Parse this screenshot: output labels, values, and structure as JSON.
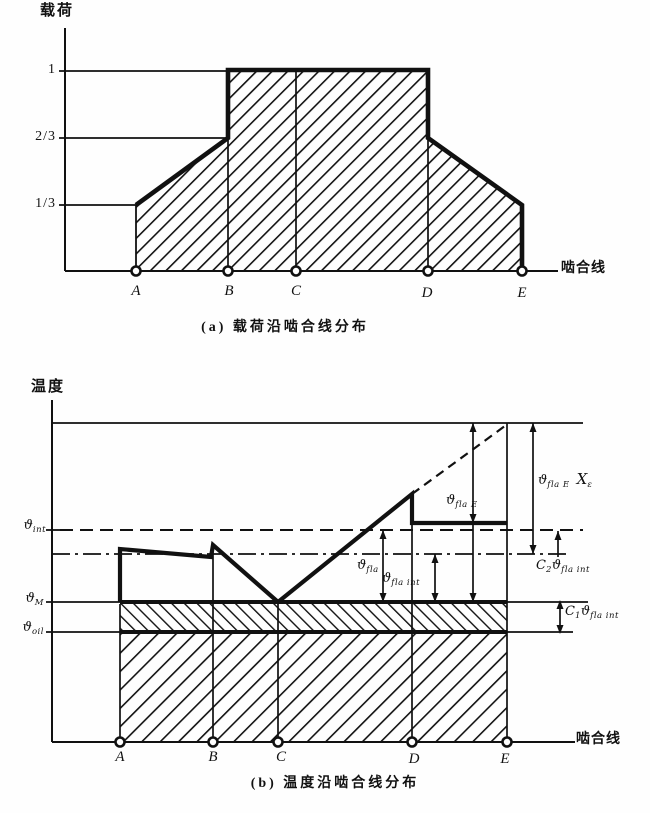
{
  "figure_a": {
    "y_axis_title": "载荷",
    "x_axis_title": "啮合线",
    "ticks": [
      "1",
      "2/3",
      "1/3"
    ],
    "points": [
      "A",
      "B",
      "C",
      "D",
      "E"
    ],
    "caption": "(a) 载荷沿啮合线分布"
  },
  "figure_b": {
    "y_axis_title": "温度",
    "x_axis_title": "啮合线",
    "points": [
      "A",
      "B",
      "C",
      "D",
      "E"
    ],
    "caption": "(b) 温度沿啮合线分布",
    "labels": {
      "theta_int": {
        "base": "ϑ",
        "sub": "int"
      },
      "theta_M": {
        "base": "ϑ",
        "sub": "M"
      },
      "theta_oil": {
        "base": "ϑ",
        "sub": "oil"
      },
      "theta_fla": {
        "base": "ϑ",
        "sub": "fla"
      },
      "theta_fla_int": {
        "base": "ϑ",
        "sub": "fla int"
      },
      "theta_fla_E": {
        "base": "ϑ",
        "sub": "fla E"
      },
      "theta_fla_E_Xe": {
        "base": "ϑ",
        "sub": "fla E",
        "x": "X",
        "xsub": "ε"
      },
      "c2_theta_fla_int": {
        "c": "C",
        "csub": "2",
        "base": "ϑ",
        "sub": "fla int"
      },
      "c1_theta_fla_int": {
        "c": "C",
        "csub": "1",
        "base": "ϑ",
        "sub": "fla int"
      }
    }
  },
  "chart_data": [
    {
      "type": "area",
      "title": "(a) 载荷沿啮合线分布",
      "xlabel": "啮合线",
      "ylabel": "载荷",
      "x_categories": [
        "A",
        "B",
        "C",
        "D",
        "E"
      ],
      "yticks": [
        "1/3",
        "2/3",
        "1"
      ],
      "ylim": [
        "0",
        "1"
      ],
      "load_profile": [
        {
          "x": "A",
          "load": "1/3"
        },
        {
          "x": "A→B",
          "load": "rises linearly 1/3 → 2/3"
        },
        {
          "x": "B",
          "load": "step up 2/3 → 1"
        },
        {
          "x": "B→D",
          "load": "constant 1"
        },
        {
          "x": "D",
          "load": "step down 1 → 2/3"
        },
        {
          "x": "D→E",
          "load": "falls linearly 2/3 → 1/3"
        },
        {
          "x": "E",
          "load": "drops 1/3 → 0"
        }
      ],
      "style": "hatched area under curve, grid off"
    },
    {
      "type": "line",
      "title": "(b) 温度沿啮合线分布",
      "xlabel": "啮合线",
      "ylabel": "温度",
      "x_categories": [
        "A",
        "B",
        "C",
        "D",
        "E"
      ],
      "reference_levels": [
        "ϑint (dashed)",
        "ϑM + ϑfla int (dash-dot)",
        "ϑM (solid)",
        "ϑoil (solid)"
      ],
      "curve": [
        {
          "x": "A",
          "t": "jumps from ϑM up to just above dash-dot level"
        },
        {
          "x": "A→B",
          "t": "slight decline"
        },
        {
          "x": "B",
          "t": "small step up"
        },
        {
          "x": "B→C",
          "t": "falls to ϑM at C"
        },
        {
          "x": "C→D",
          "t": "rises steeply to maximum at D"
        },
        {
          "x": "D",
          "t": "step down, then constant to E"
        },
        {
          "x": "D→E(dashed)",
          "t": "extrapolated rise to top line at E"
        }
      ],
      "annotations": [
        "ϑfla",
        "ϑfla int",
        "ϑfla E",
        "ϑfla E Xε",
        "C2ϑfla int",
        "C1ϑfla int"
      ],
      "style": "hatched bands below ϑM and ϑoil, grid off"
    }
  ]
}
